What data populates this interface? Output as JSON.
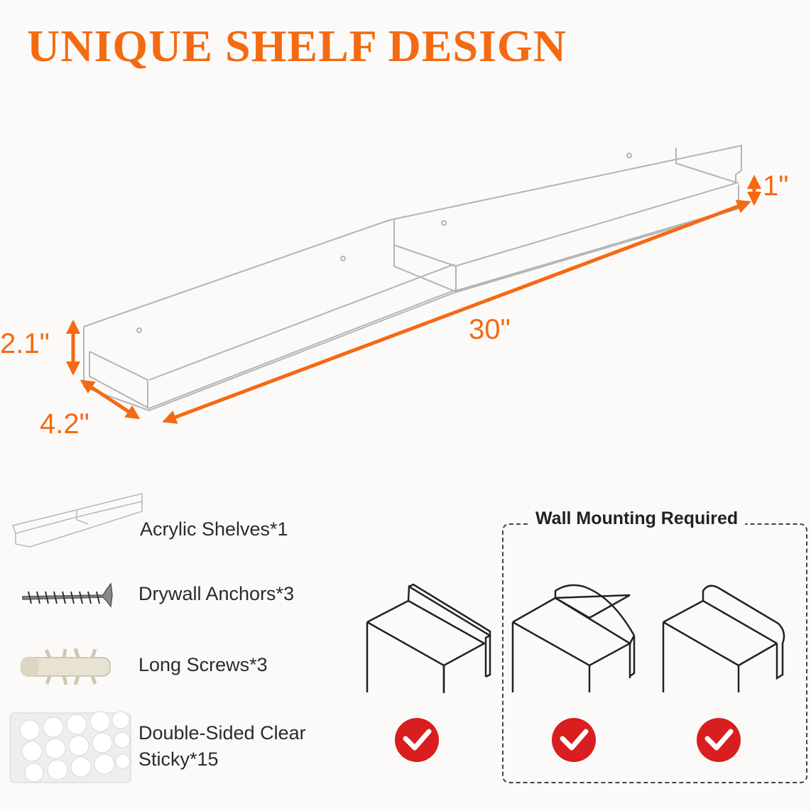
{
  "title": "UNIQUE SHELF DESIGN",
  "dimensions": {
    "height_back": "1\"",
    "length": "30\"",
    "height_front": "2.1\"",
    "depth": "4.2\""
  },
  "colors": {
    "accent": "#f46a12",
    "check": "#d81e1e"
  },
  "package": {
    "items": [
      {
        "label": "Acrylic Shelves*1",
        "icon": "acrylic-shelf-icon"
      },
      {
        "label": "Drywall Anchors*3",
        "icon": "screw-icon"
      },
      {
        "label": "Long Screws*3",
        "icon": "wall-anchor-icon"
      },
      {
        "label_line1": "Double-Sided Clear",
        "label_line2": "Sticky*15",
        "icon": "sticky-dots-icon"
      }
    ]
  },
  "mounting": {
    "title": "Wall Mounting Required",
    "options": [
      {
        "icon": "flat-edge-furniture-icon",
        "ok": true
      },
      {
        "icon": "arched-edge-furniture-icon",
        "ok": true
      },
      {
        "icon": "rounded-edge-furniture-icon",
        "ok": true
      }
    ]
  }
}
